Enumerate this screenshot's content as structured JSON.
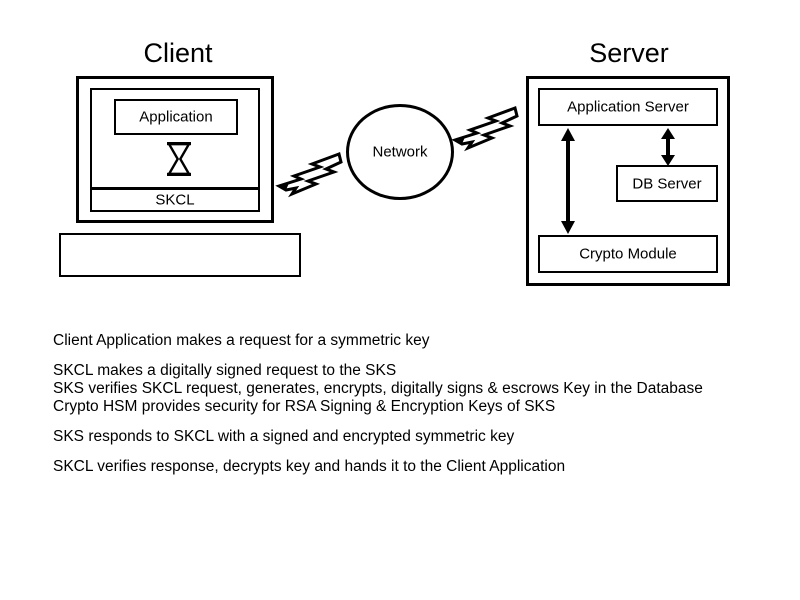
{
  "diagram": {
    "type": "architecture-flow",
    "title_client": "Client",
    "title_server": "Server",
    "network_label": "Network",
    "client": {
      "application_label": "Application",
      "skcl_label": "SKCL",
      "hourglass_icon": "hourglass-icon",
      "base_label": ""
    },
    "server": {
      "application_server_label": "Application Server",
      "db_server_label": "DB Server",
      "crypto_module_label": "Crypto Module"
    },
    "links": {
      "client_to_network": "lightning-bolt-arrow",
      "network_to_server": "lightning-bolt-arrow",
      "appserver_to_crypto": "double-headed-arrow",
      "appserver_to_db": "double-headed-arrow"
    },
    "colors": {
      "stroke": "#000000",
      "fill": "#ffffff",
      "background": "#ffffff"
    }
  },
  "steps": [
    "Client Application makes a request for a symmetric key",
    "SKCL makes a digitally signed request to the SKS",
    "SKS verifies SKCL request, generates, encrypts, digitally signs & escrows Key in the Database",
    "Crypto HSM provides security for RSA Signing & Encryption Keys of SKS",
    "SKS responds to SKCL with a signed and encrypted symmetric key",
    "SKCL verifies response, decrypts key and hands it to the Client Application"
  ]
}
